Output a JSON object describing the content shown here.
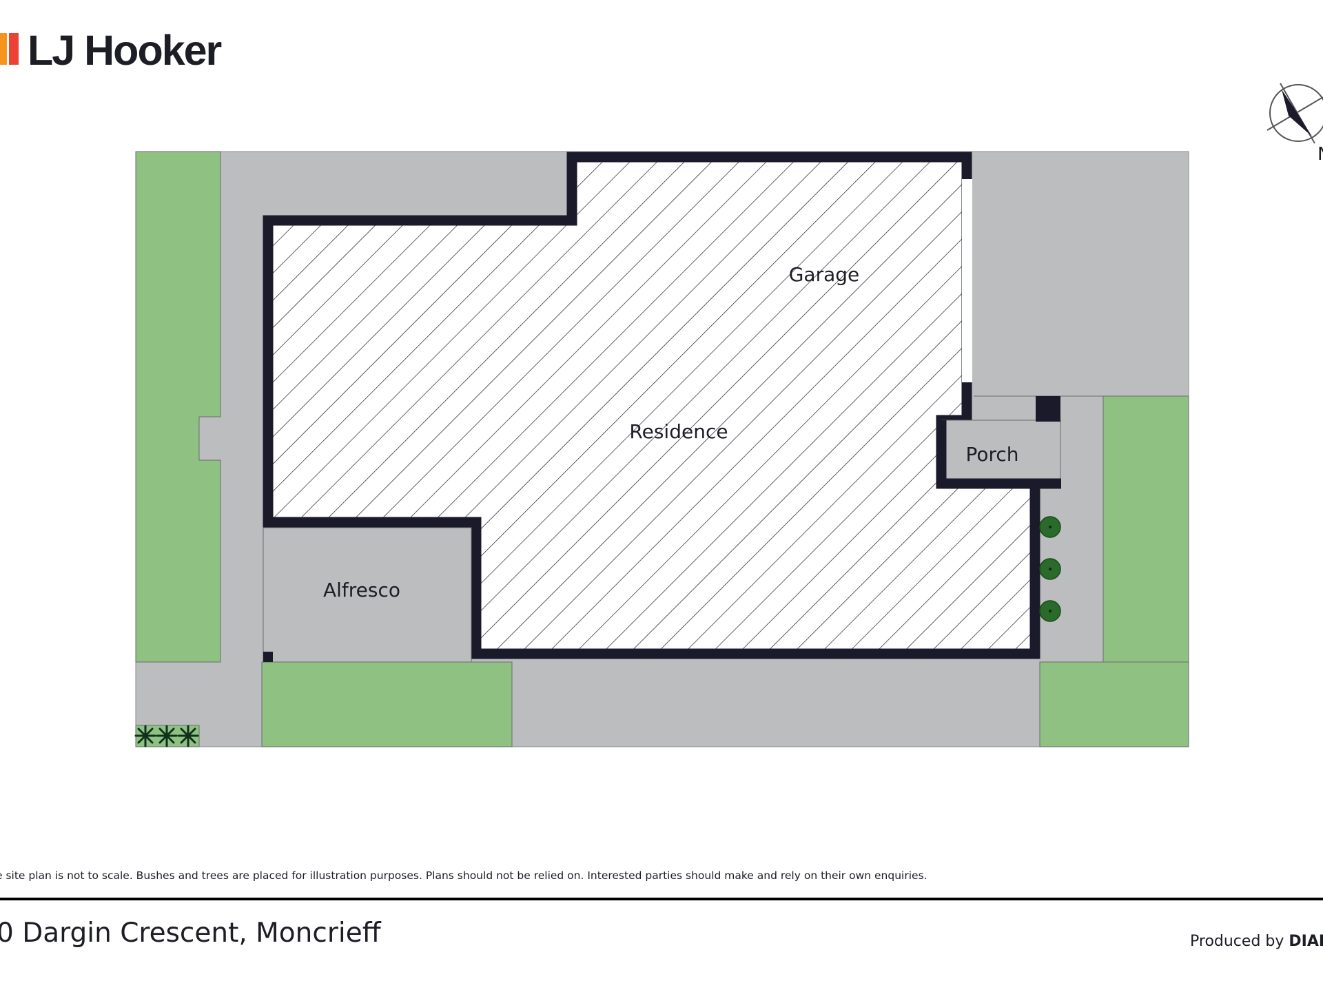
{
  "brand": {
    "name": "LJ Hooker",
    "stripe_colors": [
      "#f7941d",
      "#ee4136"
    ]
  },
  "plan": {
    "labels": {
      "garage": "Garage",
      "residence": "Residence",
      "porch": "Porch",
      "alfresco": "Alfresco"
    },
    "compass_letter": "N",
    "colors": {
      "lawn": "#8fc183",
      "paving": "#bcbdbf",
      "wall": "#1a1a2a",
      "tree": "#2a6a2a"
    }
  },
  "footer": {
    "disclaimer": "e site plan is not to scale. Bushes and trees are placed for illustration purposes. Plans should not be relied on. Interested parties should make and rely on their own enquiries.",
    "address": "0 Dargin Crescent, Moncrieff",
    "produced_by_prefix": "Produced by",
    "produced_by_brand": "DIAKR"
  }
}
